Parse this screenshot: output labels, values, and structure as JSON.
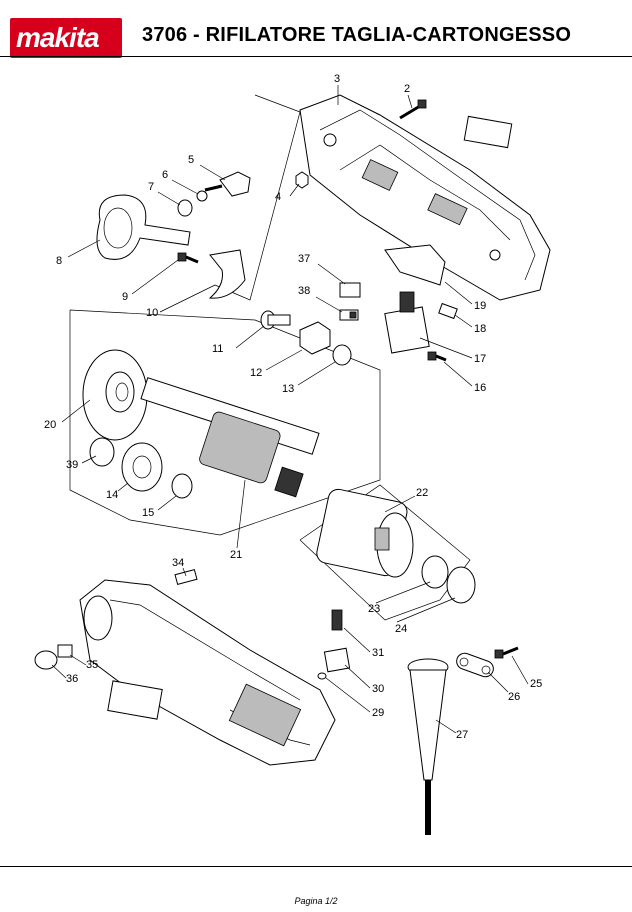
{
  "header": {
    "brand": "makita",
    "title": "3706 - RIFILATORE TAGLIA-CARTONGESSO"
  },
  "footer": {
    "page": "Pagina 1/2"
  },
  "labels": {
    "p2": "2",
    "p3": "3",
    "p4": "4",
    "p5": "5",
    "p6": "6",
    "p7": "7",
    "p8": "8",
    "p9": "9",
    "p10": "10",
    "p11": "11",
    "p12": "12",
    "p13": "13",
    "p14": "14",
    "p15": "15",
    "p16": "16",
    "p17": "17",
    "p18": "18",
    "p19": "19",
    "p20": "20",
    "p21": "21",
    "p22": "22",
    "p23": "23",
    "p24": "24",
    "p25": "25",
    "p26": "26",
    "p27": "27",
    "p29": "29",
    "p30": "30",
    "p31": "31",
    "p34": "34",
    "p35": "35",
    "p36": "36",
    "p37": "37",
    "p38": "38",
    "p39": "39"
  },
  "colors": {
    "brand_red": "#d6001c"
  }
}
